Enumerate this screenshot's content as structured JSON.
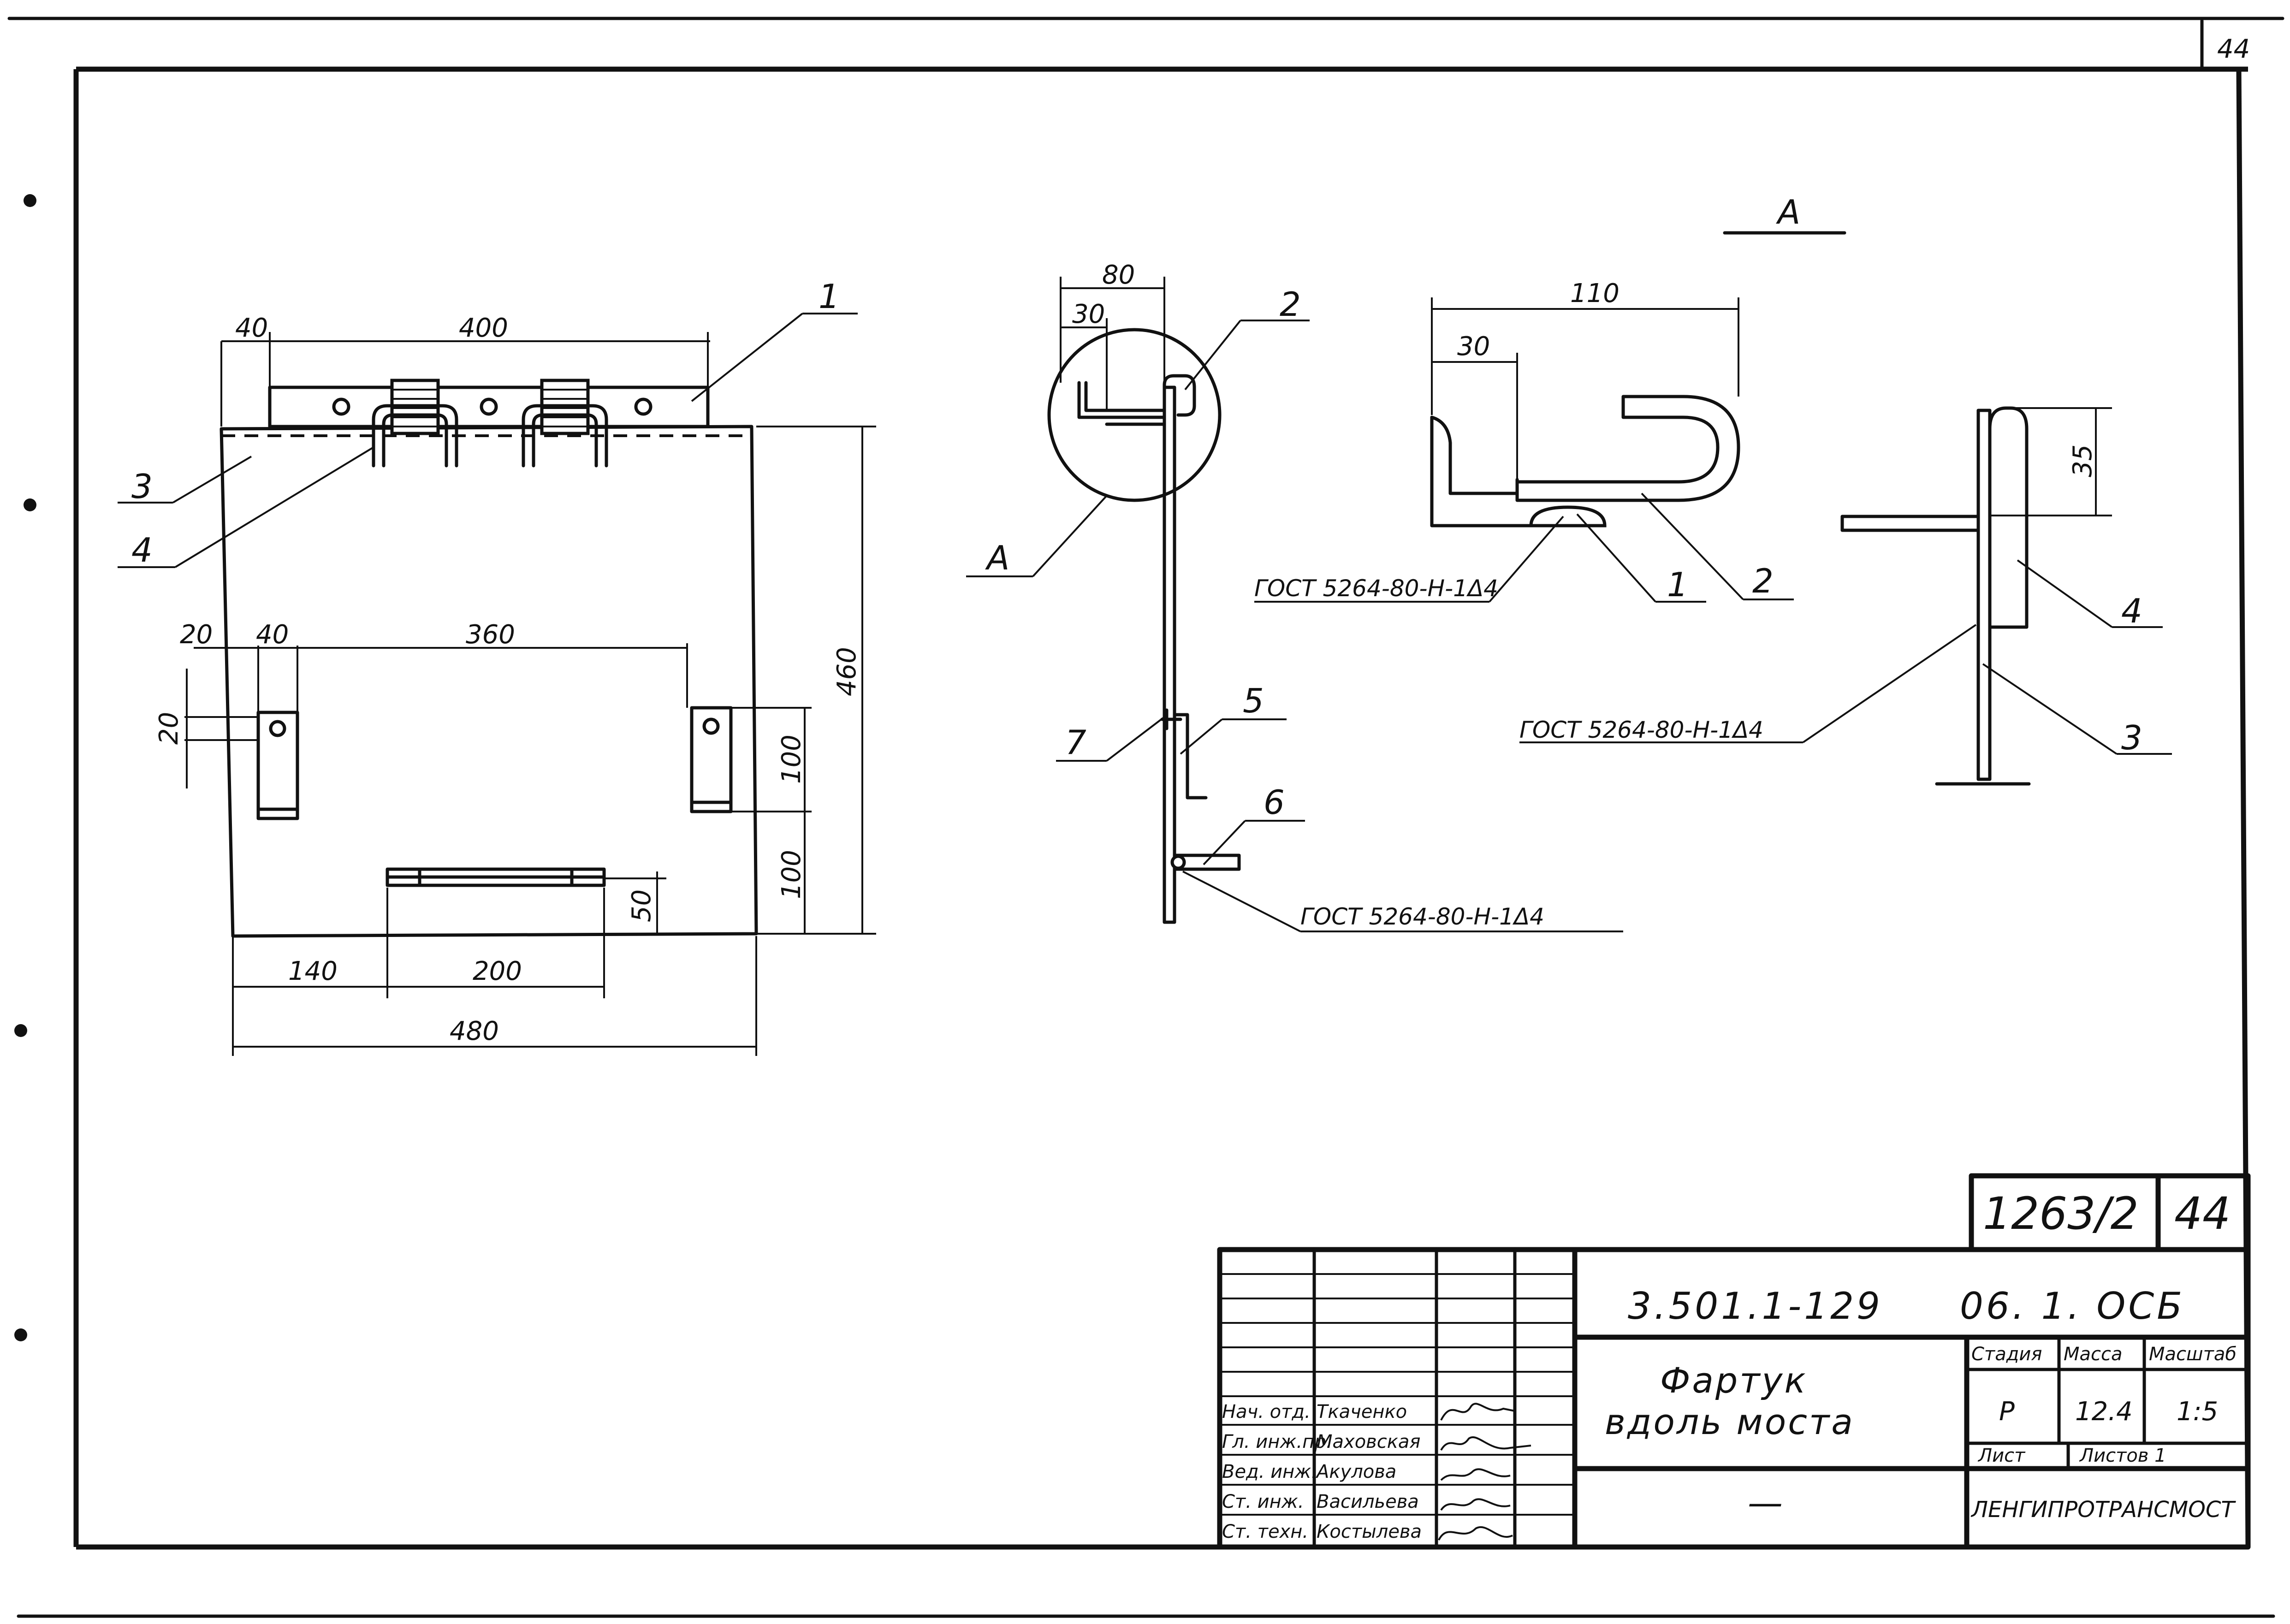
{
  "sheet": {
    "corner_number": "44",
    "tag_number": "1263/2",
    "tag_page": "44"
  },
  "main_view": {
    "dims": {
      "d40_top": "40",
      "d400": "400",
      "d20": "20",
      "d40_mid": "40",
      "d360": "360",
      "d20_v": "20",
      "d460": "460",
      "d100_upper": "100",
      "d100_lower": "100",
      "d50": "50",
      "d140": "140",
      "d200": "200",
      "d480": "480"
    },
    "callouts": {
      "c1": "1",
      "c3": "3",
      "c4": "4"
    }
  },
  "section_view": {
    "dims": {
      "d80": "80",
      "d30": "30"
    },
    "callouts": {
      "c2": "2",
      "cA": "A",
      "c5": "5",
      "c7": "7",
      "c6": "6"
    },
    "gost": "ГОСТ 5264-80-Н-1Δ4"
  },
  "detail_a": {
    "title": "А",
    "dims": {
      "d110": "110",
      "d30": "30"
    },
    "callouts": {
      "c1": "1",
      "c2": "2"
    },
    "gost": "ГОСТ 5264-80-Н-1Δ4"
  },
  "detail_right": {
    "dims": {
      "d35": "35"
    },
    "callouts": {
      "c4": "4",
      "c3": "3"
    },
    "gost": "ГОСТ 5264-80-Н-1Δ4"
  },
  "title_block": {
    "doc_code": "3.501.1-129",
    "doc_suffix": "06. 1. ОСБ",
    "title_line1": "Фартук",
    "title_line2": "вдоль моста",
    "stage_header": "Стадия",
    "mass_header": "Масса",
    "scale_header": "Масштаб",
    "stage": "Р",
    "mass": "12.4",
    "scale": "1:5",
    "sheet_label": "Лист",
    "sheets_label": "Листов 1",
    "dash": "—",
    "organization": "ЛЕНГИПРОТРАНСМОСТ",
    "people": [
      {
        "role": "Нач. отд.",
        "name": "Ткаченко"
      },
      {
        "role": "Гл. инж.пр.",
        "name": "Маховская"
      },
      {
        "role": "Вед. инж.",
        "name": "Акулова"
      },
      {
        "role": "Ст. инж.",
        "name": "Васильева"
      },
      {
        "role": "Ст. техн.",
        "name": "Костылева"
      }
    ]
  }
}
